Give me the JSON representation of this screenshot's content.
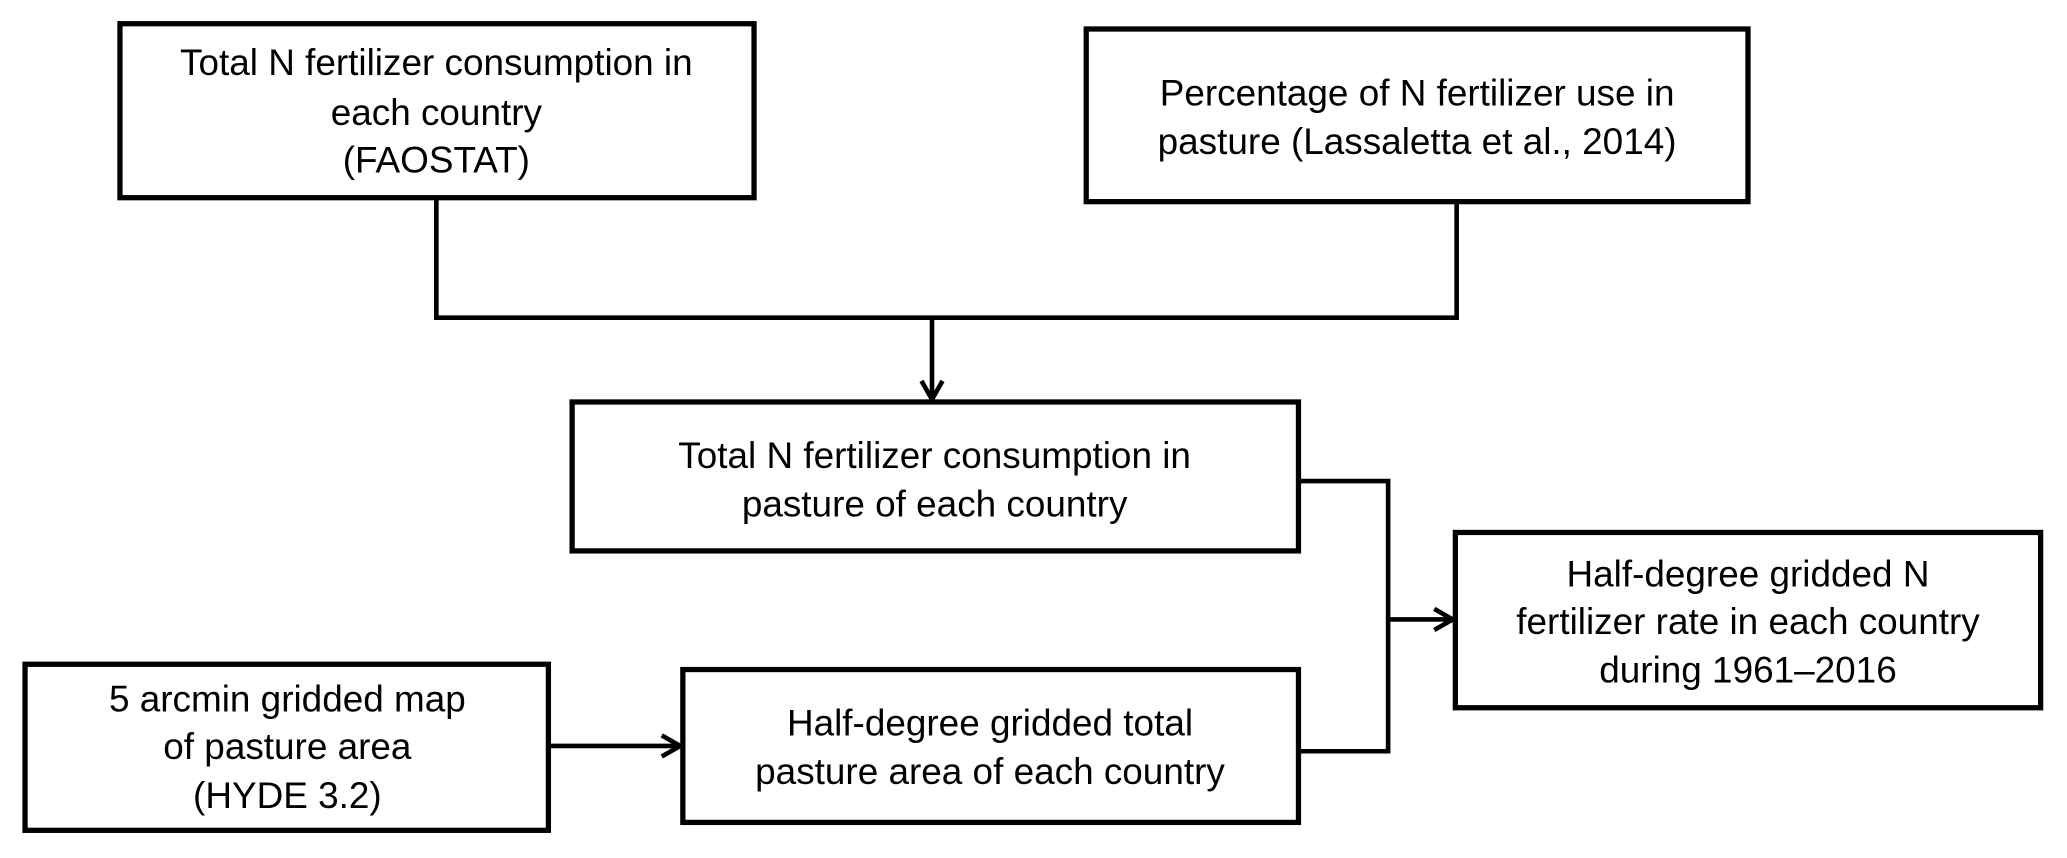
{
  "boxes": {
    "total_n_country": {
      "lines": [
        "Total N fertilizer consumption in",
        "each country",
        "(FAOSTAT)"
      ]
    },
    "percentage_pasture": {
      "lines": [
        "Percentage of N fertilizer use in",
        "pasture (Lassaletta et al., 2014)"
      ]
    },
    "total_n_pasture": {
      "lines": [
        "Total N fertilizer consumption in",
        "pasture of each country"
      ]
    },
    "half_degree_rate": {
      "lines": [
        "Half-degree gridded N",
        "fertilizer rate in each country",
        "during 1961–2016"
      ]
    },
    "arcmin_map": {
      "lines": [
        "5 arcmin gridded map",
        "of pasture area",
        "(HYDE 3.2)"
      ]
    },
    "half_degree_area": {
      "lines": [
        "Half-degree gridded total",
        "pasture area of each country"
      ]
    }
  }
}
